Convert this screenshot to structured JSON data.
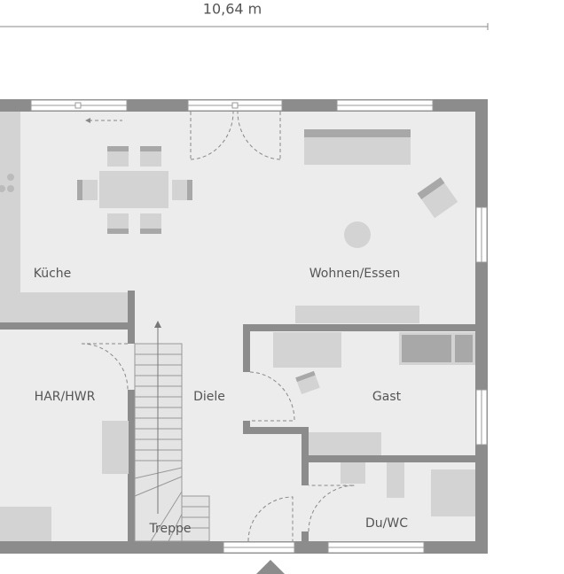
{
  "dimension": {
    "width_label": "10,64 m"
  },
  "rooms": [
    {
      "id": "kueche",
      "label": "Küche"
    },
    {
      "id": "wohnen",
      "label": "Wohnen/Essen"
    },
    {
      "id": "har",
      "label": "HAR/HWR"
    },
    {
      "id": "diele",
      "label": "Diele"
    },
    {
      "id": "gast",
      "label": "Gast"
    },
    {
      "id": "treppe",
      "label": "Treppe"
    },
    {
      "id": "duwc",
      "label": "Du/WC"
    }
  ],
  "colors": {
    "wall": "#8c8c8c",
    "floor": "#ececec",
    "furniture": "#d3d3d3",
    "furniture_dark": "#a8a8a8",
    "text": "#555555"
  },
  "icons": {
    "entrance": "triangle-up-icon",
    "direction": "arrow-left-dashed-icon"
  }
}
